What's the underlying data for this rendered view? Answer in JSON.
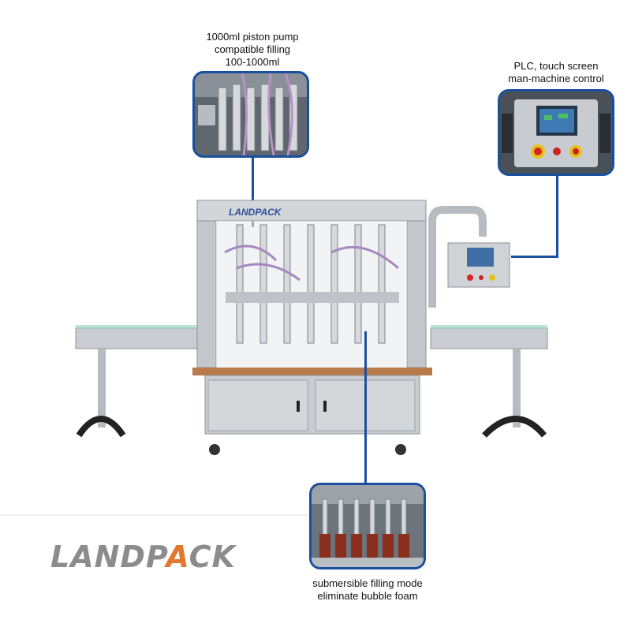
{
  "callouts": {
    "piston": {
      "lines": [
        "1000ml piston pump",
        "compatible filling",
        "100-1000ml"
      ]
    },
    "plc": {
      "lines": [
        "PLC, touch screen",
        "man-machine control"
      ]
    },
    "submersible": {
      "lines": [
        "submersible filling mode",
        "eliminate bubble foam"
      ]
    }
  },
  "logo": {
    "text": "LANDPACK",
    "head": "LANDP",
    "accent": "A",
    "tail": "CK"
  },
  "machine": {
    "brand": "LANDPACK"
  },
  "colors": {
    "accent": "#1a4fa0",
    "logo_gray": "#8c8c8c",
    "logo_orange": "#e2782b",
    "steel": "#c9cdd1"
  }
}
